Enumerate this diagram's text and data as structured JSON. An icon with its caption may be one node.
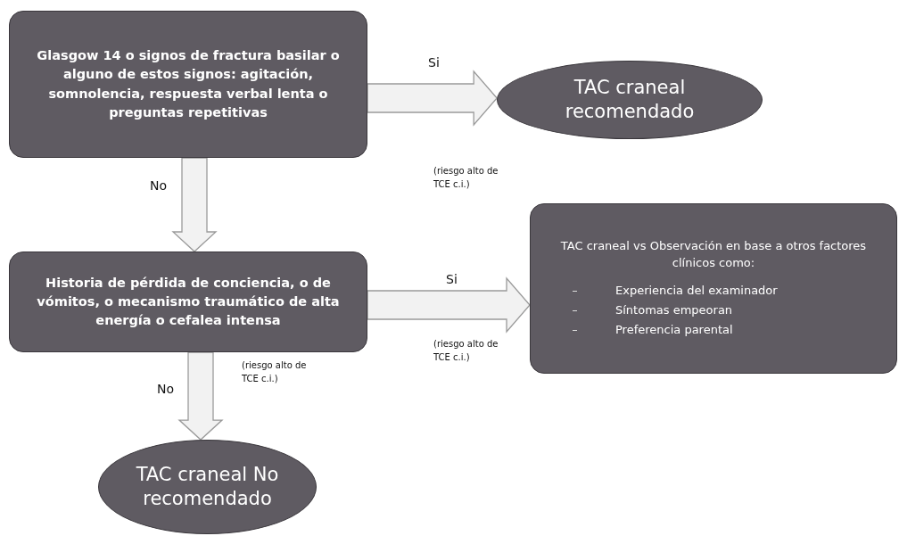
{
  "diagram": {
    "nodes": [
      {
        "text": [
          "Glasgow 14 o signos de fractura basilar o alguno de estos signos: agitación, somnolencia, respuesta verbal lenta o preguntas repetitivas"
        ]
      },
      {
        "text": [
          "TAC craneal recomendado"
        ]
      },
      {
        "text": [
          "Historia de pérdida de conciencia, o de vómitos, o mecanismo traumático de alta energía o cefalea intensa"
        ]
      },
      {
        "text": [
          "TAC craneal vs Observación en base a otros factores clínicos como:",
          "Experiencia del examinador",
          "Síntomas empeoran",
          "Preferencia parental"
        ]
      },
      {
        "text": [
          "TAC craneal No recomendado"
        ]
      }
    ],
    "edges": [
      {
        "from": 0,
        "to": 1,
        "arrow": "to",
        "label": "Si"
      },
      {
        "from": 0,
        "to": 2,
        "arrow": "to",
        "label": "No"
      },
      {
        "from": 2,
        "to": 3,
        "arrow": "to",
        "label": "Si"
      },
      {
        "from": 2,
        "to": 4,
        "arrow": "to",
        "label": "No"
      }
    ],
    "labels": [
      "(riesgo alto de TCE c.i.)",
      "(riesgo alto de TCE c.i.)",
      "(riesgo alto de TCE c.i.)"
    ]
  }
}
